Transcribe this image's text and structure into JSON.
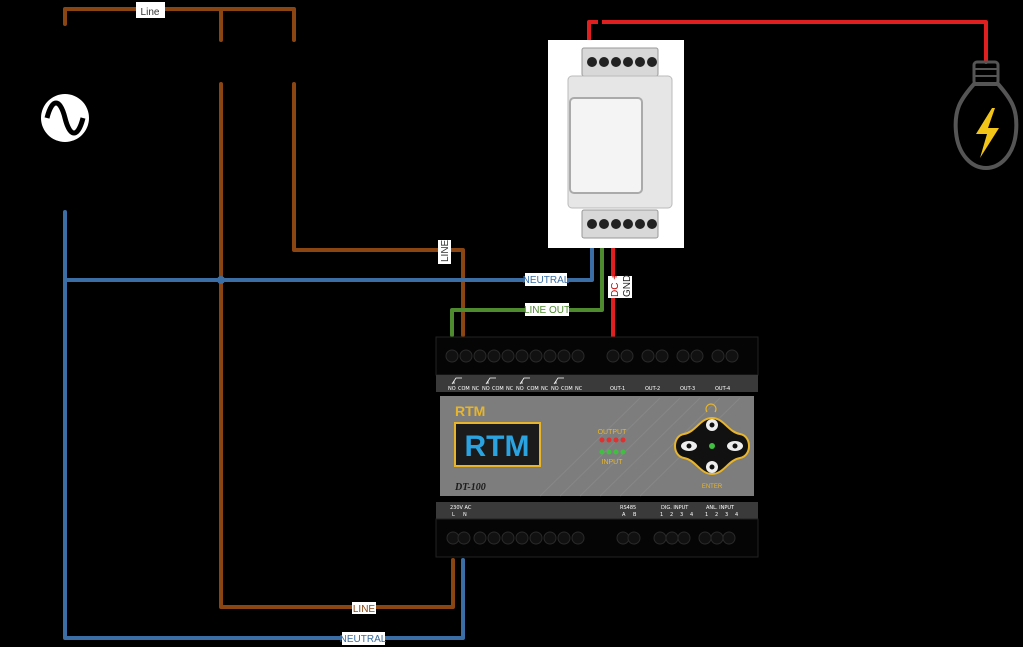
{
  "wire_labels": {
    "line_top": "Line",
    "line_vertical": "LINE",
    "neutral_mid": "NEUTRAL",
    "line_out": "LINE OUT",
    "dc_plus": "DC +",
    "gnd": "GND",
    "line_bottom": "LINE",
    "neutral_bottom": "NEUTRAL"
  },
  "device": {
    "brand_small": "RTM",
    "brand_big": "RTM",
    "model": "DT-100",
    "output_label": "OUTPUT",
    "input_label": "INPUT",
    "enter_label": "ENTER"
  },
  "terminals_top": {
    "relay_pins": [
      "NO",
      "COM",
      "NC",
      "NO",
      "COM",
      "NC",
      "NO",
      "COM",
      "NC",
      "NO",
      "COM",
      "NC"
    ],
    "outputs": [
      "OUT-1",
      "OUT-2",
      "OUT-3",
      "OUT-4"
    ]
  },
  "terminals_bottom": {
    "power_label": "230V AC",
    "power_pins": [
      "L",
      "N"
    ],
    "rs485_label": "RS485",
    "rs485_pins": [
      "A",
      "B"
    ],
    "dig_input_label": "DIG. INPUT",
    "dig_pins": [
      "1",
      "2",
      "3",
      "4"
    ],
    "anl_input_label": "ANL. INPUT",
    "anl_pins": [
      "1",
      "2",
      "3",
      "4"
    ]
  },
  "colors": {
    "line": "#8B4513",
    "neutral": "#3A6EA5",
    "line_out": "#4E8A2E",
    "dc": "#E02020",
    "bulb_bolt": "#F2C418",
    "device_accent": "#E8B52A",
    "display_blue": "#2AA3E0"
  }
}
